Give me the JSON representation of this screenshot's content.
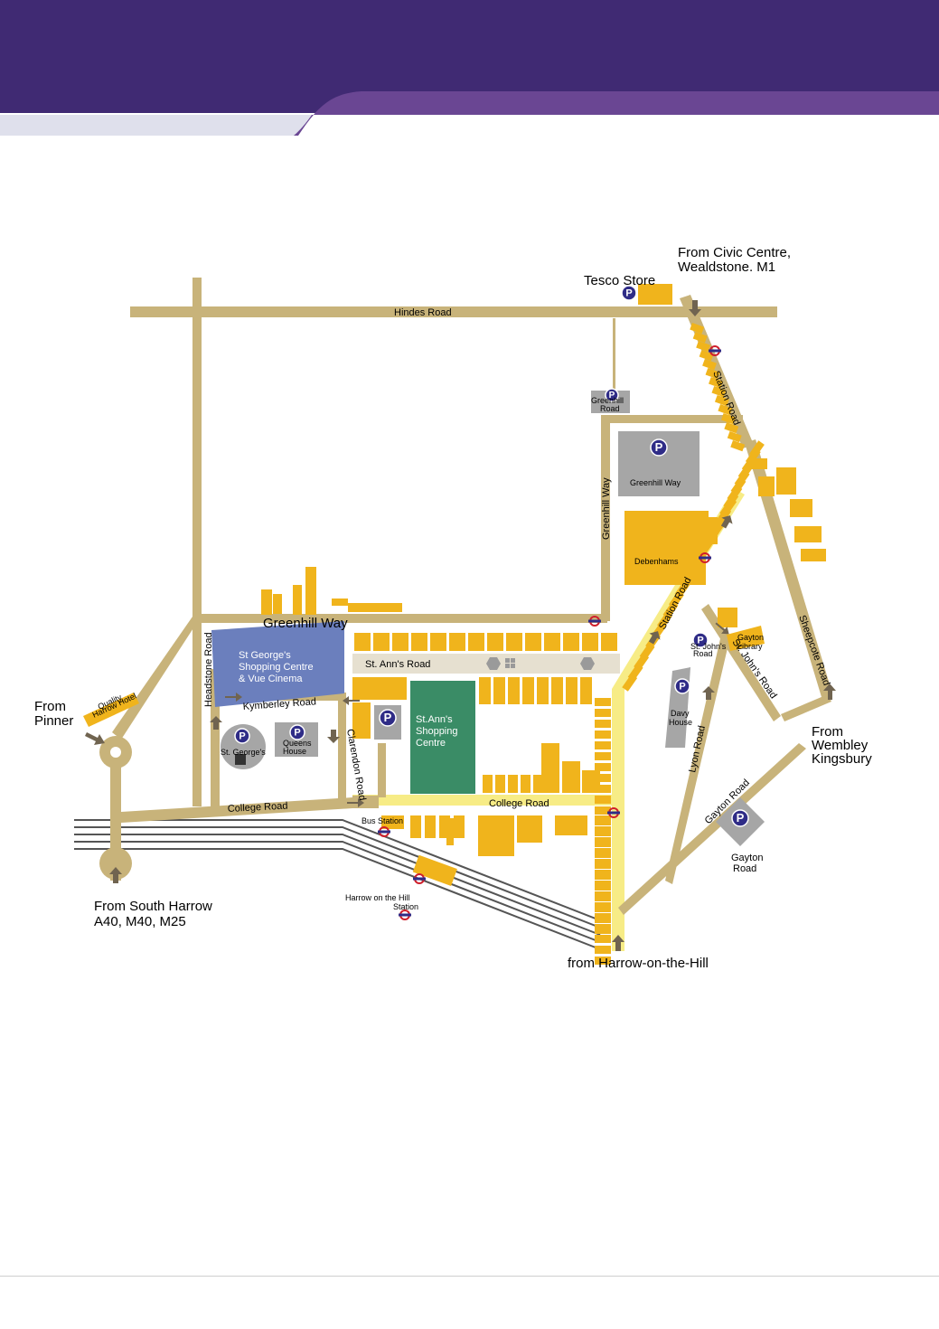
{
  "colors": {
    "header_dark": "#402a73",
    "header_band": "#6a4693",
    "road": "#c8b37a",
    "building": "#f0b41c",
    "pedestrian": "#f7ec86",
    "stann_road": "#e6e0d0",
    "st_georges": "#6b7fbd",
    "st_anns": "#3a8c66",
    "parking_box": "#a6a6a6",
    "parking_badge": "#2f2c87",
    "arrow": "#706450",
    "rail": "#555555",
    "underground": "#cf1f2b"
  },
  "map": {
    "roads": {
      "hindes": "Hindes Road",
      "greenhill_way": "Greenhill Way",
      "greenhill_way_v": "Greenhill Way",
      "st_anns": "St. Ann's Road",
      "kymberley": "Kymberley Road",
      "headstone": "Headstone Road",
      "clarendon": "Clarendon Road",
      "college_w": "College Road",
      "college_e": "College Road",
      "station_n": "Station Road",
      "station_s": "Station Road",
      "lyon": "Lyon Road",
      "st_johns": "St. John's Road",
      "sheepcote": "Sheepcote Road",
      "gayton": "Gayton Road"
    },
    "places": {
      "tesco": "Tesco Store",
      "st_georges": [
        "St George's",
        "Shopping Centre",
        "& Vue Cinema"
      ],
      "st_anns": [
        "St.Ann's",
        "Shopping",
        "Centre"
      ],
      "debenhams": "Debenhams",
      "quality_hotel": [
        "Quality",
        "Harrow Hotel"
      ],
      "gayton_library": [
        "Gayton",
        "Library"
      ],
      "bus_station": "Bus Station",
      "harrow_station": [
        "Harrow on the Hill",
        "Station"
      ]
    },
    "parking": {
      "symbol": "P",
      "greenhill_road": [
        "Greenhill",
        "Road"
      ],
      "greenhill_way": "Greenhill Way",
      "st_georges": "St. George's",
      "queens_house": [
        "Queens",
        "House"
      ],
      "st_johns_road": [
        "St. John's",
        "Road"
      ],
      "davy_house": [
        "Davy",
        "House"
      ],
      "gayton_road": [
        "Gayton",
        "Road"
      ]
    },
    "directions": {
      "civic_centre": [
        "From Civic Centre,",
        "Wealdstone. M1"
      ],
      "pinner": [
        "From",
        "Pinner"
      ],
      "wembley": [
        "From",
        "Wembley",
        "Kingsbury"
      ],
      "south_harrow": [
        "From South Harrow",
        "A40, M40, M25"
      ],
      "harrow_hill": "from Harrow-on-the-Hill"
    }
  }
}
